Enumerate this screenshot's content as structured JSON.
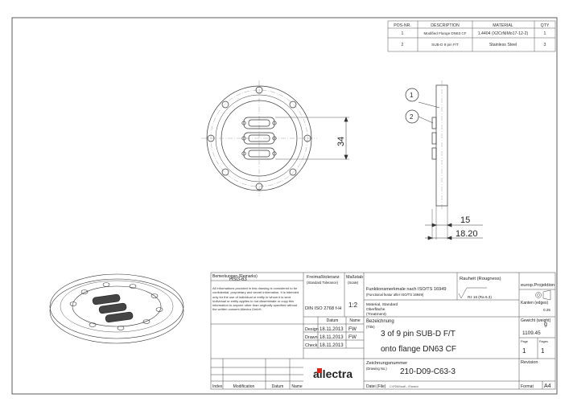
{
  "parts_list": {
    "headers": {
      "pos": "POS-NR.",
      "description": "DESCRIPTION",
      "material": "MATERIAL",
      "qty": "QTY"
    },
    "rows": [
      {
        "pos": "1",
        "description": "Modified Flange DN63 CF",
        "material": "1.4404 (X2CrNiMo17-12-2)",
        "qty": "1"
      },
      {
        "pos": "2",
        "description": "SUB-D 9 pin F/T",
        "material": "Stainless Steel",
        "qty": "3"
      }
    ]
  },
  "dimensions": {
    "height": "34",
    "thickness": "15",
    "overall": "18.20"
  },
  "balloons": [
    "1",
    "2"
  ],
  "title_block": {
    "remarks_label": "Bemerkungen\n(Remarks)",
    "remarks_value": "HSG-63",
    "disclaimer": "All informations provided in this drawing is considered to be confidential, proprietary and secret information. It is intended only for the use of individual or entity to whom it is sent. Individual or entity applies to not disseminate or copy this information to anyone other than originally specified without the written consent Allectra GmbH.",
    "tolerance_label": "Freimaßtoleranz",
    "tolerance_sub": "(Standard Tolerance)",
    "tolerance_value": "DIN ISO 2768 f-H",
    "scale_label": "Maßstab",
    "scale_sub": "(Scale)",
    "scale_value": "1:2",
    "features_label": "Funktionsmerkmale nach ISO/TS 16949",
    "features_sub": "(Functional featur after ISO/TS 16949)",
    "roughness_label": "Rauheit (Rougness)",
    "roughness_value": "Rz 16 (Ra 6.3)",
    "material_label": "Material, Standard",
    "surface_label": "Oberfläche",
    "treatment_label": "(Treatment)",
    "projection_label": "europ.Projektion",
    "edges_label": "Kanten (edges)",
    "edges_value": "0.25",
    "weight_label": "Gewicht\n(weight)",
    "weight_unit": "g",
    "weight_value": "1109.45",
    "page_label": "Page",
    "pages_label": "Pages",
    "page": "1",
    "pages": "1",
    "date_label": "Datum",
    "name_label": "Name",
    "design_label": "Design",
    "drawn_label": "Drawn",
    "check_label": "Check",
    "design_date": "18.11.2013",
    "design_name": "FW",
    "drawn_date": "18.11.2013",
    "drawn_name": "FW",
    "check_date": "18.11.2013",
    "title_label": "Bezeichnung",
    "title_sub": "(Title)",
    "title_line1": "3 of 9 pin SUB-D F/T",
    "title_line2": "onto flange DN63 CF",
    "drawing_label": "Zeichnungsnummer",
    "drawing_sub": "(Drawing No.)",
    "drawing_no": "210-D09-C63-3",
    "file_label": "Datei (File)",
    "file_value": "C:\\PDMVault\\...\\Flansch",
    "revision_label": "Revision",
    "format_label": "Format",
    "format_value": "A4",
    "index_label": "Index",
    "modification_label": "Modification",
    "col_date": "Datum",
    "col_name": "Name",
    "logo": "allectra"
  }
}
